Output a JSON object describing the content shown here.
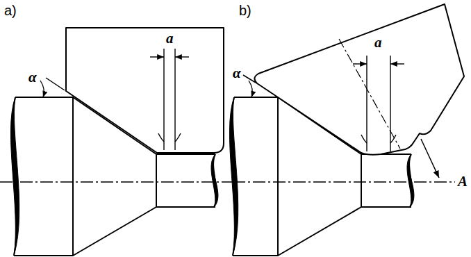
{
  "diagram": {
    "labels": [
      "a)",
      "b)",
      "α",
      "a",
      "α",
      "a",
      "A"
    ]
  }
}
